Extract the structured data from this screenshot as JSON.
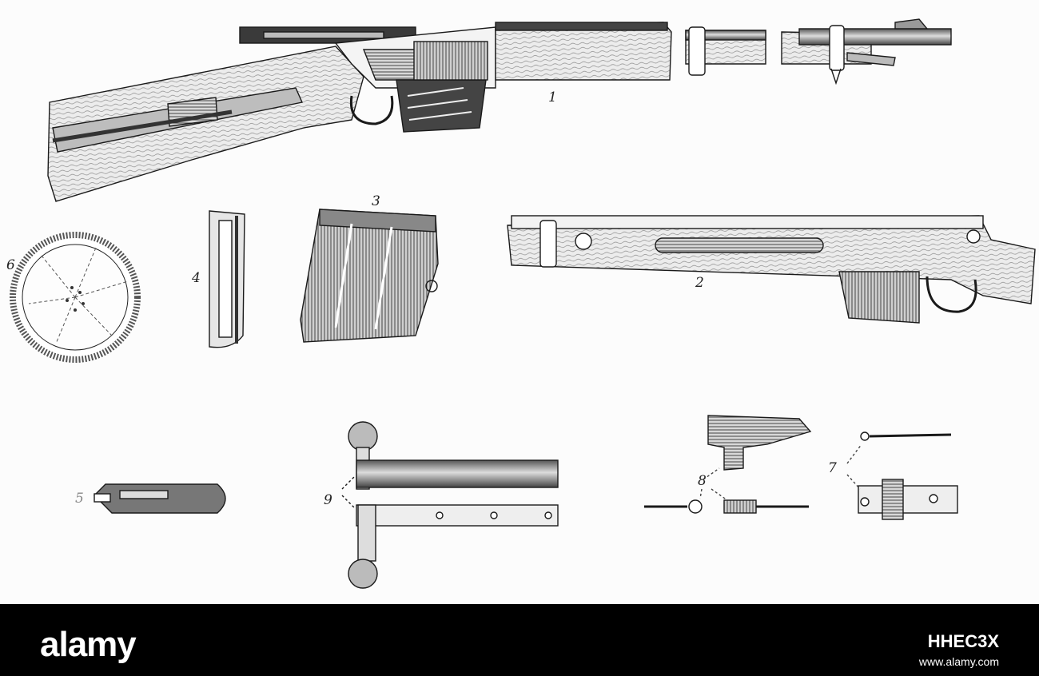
{
  "figure_labels": {
    "f1": "1",
    "f2": "2",
    "f3": "3",
    "f4": "4",
    "f5": "5",
    "f6": "6",
    "f7": "7",
    "f8": "8",
    "f9": "9"
  },
  "watermark": {
    "logo": "alamy",
    "image_id": "HHEC3X",
    "url": "www.alamy.com"
  },
  "colors": {
    "ink": "#1a1a1a",
    "wood_light": "#e6e6e6",
    "metal_dark": "#3a3a3a",
    "footer": "#000000"
  }
}
